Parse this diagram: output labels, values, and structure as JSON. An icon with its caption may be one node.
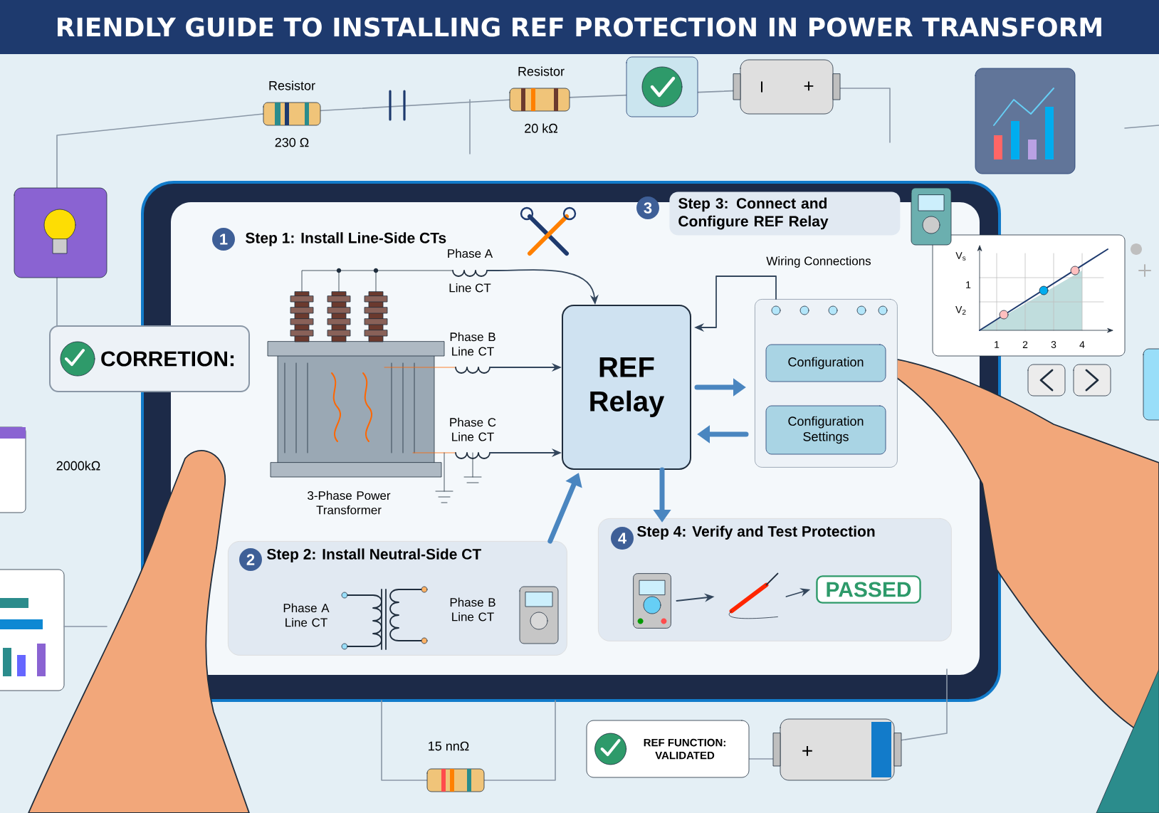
{
  "diagram": {
    "title": "RIENDLY GUIDE TO INSTALLING REF PROTECTION IN POWER TRANSFORM",
    "nodes": [
      {
        "text": [
          "Step 1: Install Line-Side CTs"
        ]
      },
      {
        "text": [
          "3-Phase Power Transformer"
        ]
      },
      {
        "text": [
          "Phase A",
          "Line CT"
        ]
      },
      {
        "text": [
          "Phase B Line CT"
        ]
      },
      {
        "text": [
          "Phase C Line CT"
        ]
      },
      {
        "text": [
          "REF Relay"
        ]
      },
      {
        "text": [
          "Step 3: Connect and Configure REF Relay"
        ]
      },
      {
        "text": [],
        "shape": "box"
      },
      {
        "text": [
          "Configuration"
        ],
        "in": 7
      },
      {
        "text": [
          "Configuration Settings"
        ],
        "in": 7
      },
      {
        "text": [
          "Step 2: Install Neutral-Side CT"
        ]
      },
      {
        "text": [
          "Phase A Line CT"
        ],
        "in": 10
      },
      {
        "text": [
          "Phase B Line CT"
        ],
        "in": 10
      },
      {
        "text": [
          "Step 4: Verify and Test Protection"
        ]
      },
      {
        "text": [],
        "shape": "picture",
        "in": 13
      },
      {
        "text": [],
        "shape": "picture",
        "in": 13
      },
      {
        "text": [
          "PASSED"
        ],
        "in": 13
      },
      {
        "text": [
          "CORRETION:"
        ]
      },
      {
        "text": [
          "REF FUNCTION: VALIDATED"
        ]
      }
    ],
    "edges": [
      {
        "from": 2,
        "to": 5,
        "arrow": "to"
      },
      {
        "from": 3,
        "to": 5,
        "arrow": "to"
      },
      {
        "from": 4,
        "to": 5,
        "arrow": "to"
      },
      {
        "from": 5,
        "to": 7,
        "arrow": "to",
        "style": "thick",
        "color": "#4a86c0"
      },
      {
        "from": 7,
        "to": 5,
        "arrow": "to",
        "style": "thick",
        "color": "#4a86c0"
      },
      {
        "from": 7,
        "to": 5,
        "arrow": "to"
      },
      {
        "from": 10,
        "to": 5,
        "arrow": "to",
        "style": "thick",
        "color": "#4a86c0"
      },
      {
        "from": 5,
        "to": 13,
        "arrow": "to",
        "style": "thick",
        "color": "#4a86c0"
      },
      {
        "from": 14,
        "to": 15,
        "arrow": "to"
      },
      {
        "from": 15,
        "to": 16,
        "arrow": "to"
      }
    ],
    "labels": [
      "Resistor",
      "Resistor",
      "230 Ω",
      "20 kΩ",
      "I",
      "+",
      "3",
      "1",
      "Wiring Connections",
      "V$_{s}$",
      "1",
      "V$_{2}$",
      "1",
      "2",
      "3",
      "4",
      "2000kΩ",
      "2",
      "4",
      "15 nnΩ",
      "+"
    ]
  }
}
